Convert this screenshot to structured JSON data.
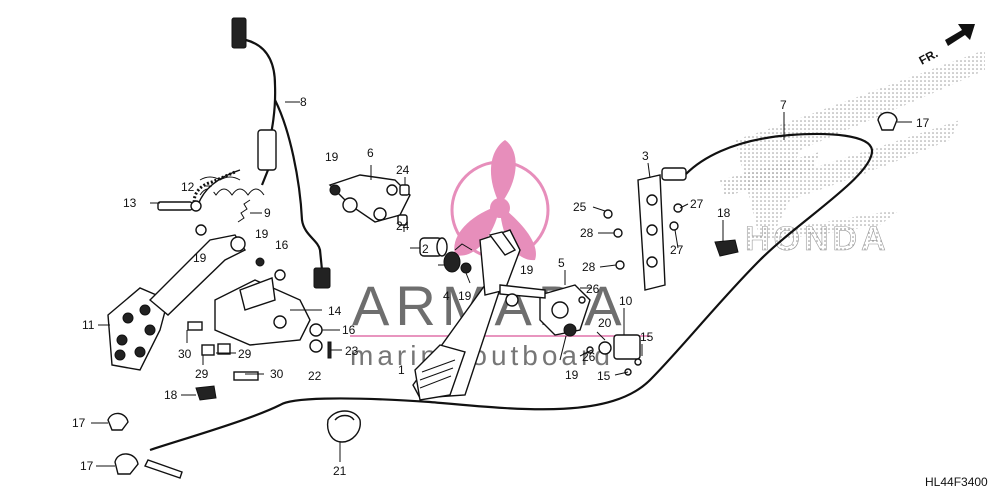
{
  "diagram": {
    "code": "HL44F3400",
    "direction_label": "FR.",
    "brand_text": "HONDA",
    "watermark": {
      "title": "ARMADA",
      "subtitle": "marine outboard",
      "color_logo": "#e37bb0",
      "color_text": "#555555"
    },
    "callouts": {
      "n1": "1",
      "n2": "2",
      "n3": "3",
      "n4": "4",
      "n5": "5",
      "n6": "6",
      "n7": "7",
      "n8": "8",
      "n9": "9",
      "n10": "10",
      "n11": "11",
      "n12": "12",
      "n13": "13",
      "n14": "14",
      "n15a": "15",
      "n15b": "15",
      "n16a": "16",
      "n16b": "16",
      "n17a": "17",
      "n17b": "17",
      "n17c": "17",
      "n18a": "18",
      "n18b": "18",
      "n19a": "19",
      "n19b": "19",
      "n19c": "19",
      "n19d": "19",
      "n19e": "19",
      "n19f": "19",
      "n20": "20",
      "n21": "21",
      "n22": "22",
      "n23": "23",
      "n24a": "24",
      "n24b": "24",
      "n25": "25",
      "n26a": "26",
      "n26b": "26",
      "n27a": "27",
      "n27b": "27",
      "n28a": "28",
      "n28b": "28",
      "n29a": "29",
      "n29b": "29",
      "n30a": "30",
      "n30b": "30"
    }
  }
}
